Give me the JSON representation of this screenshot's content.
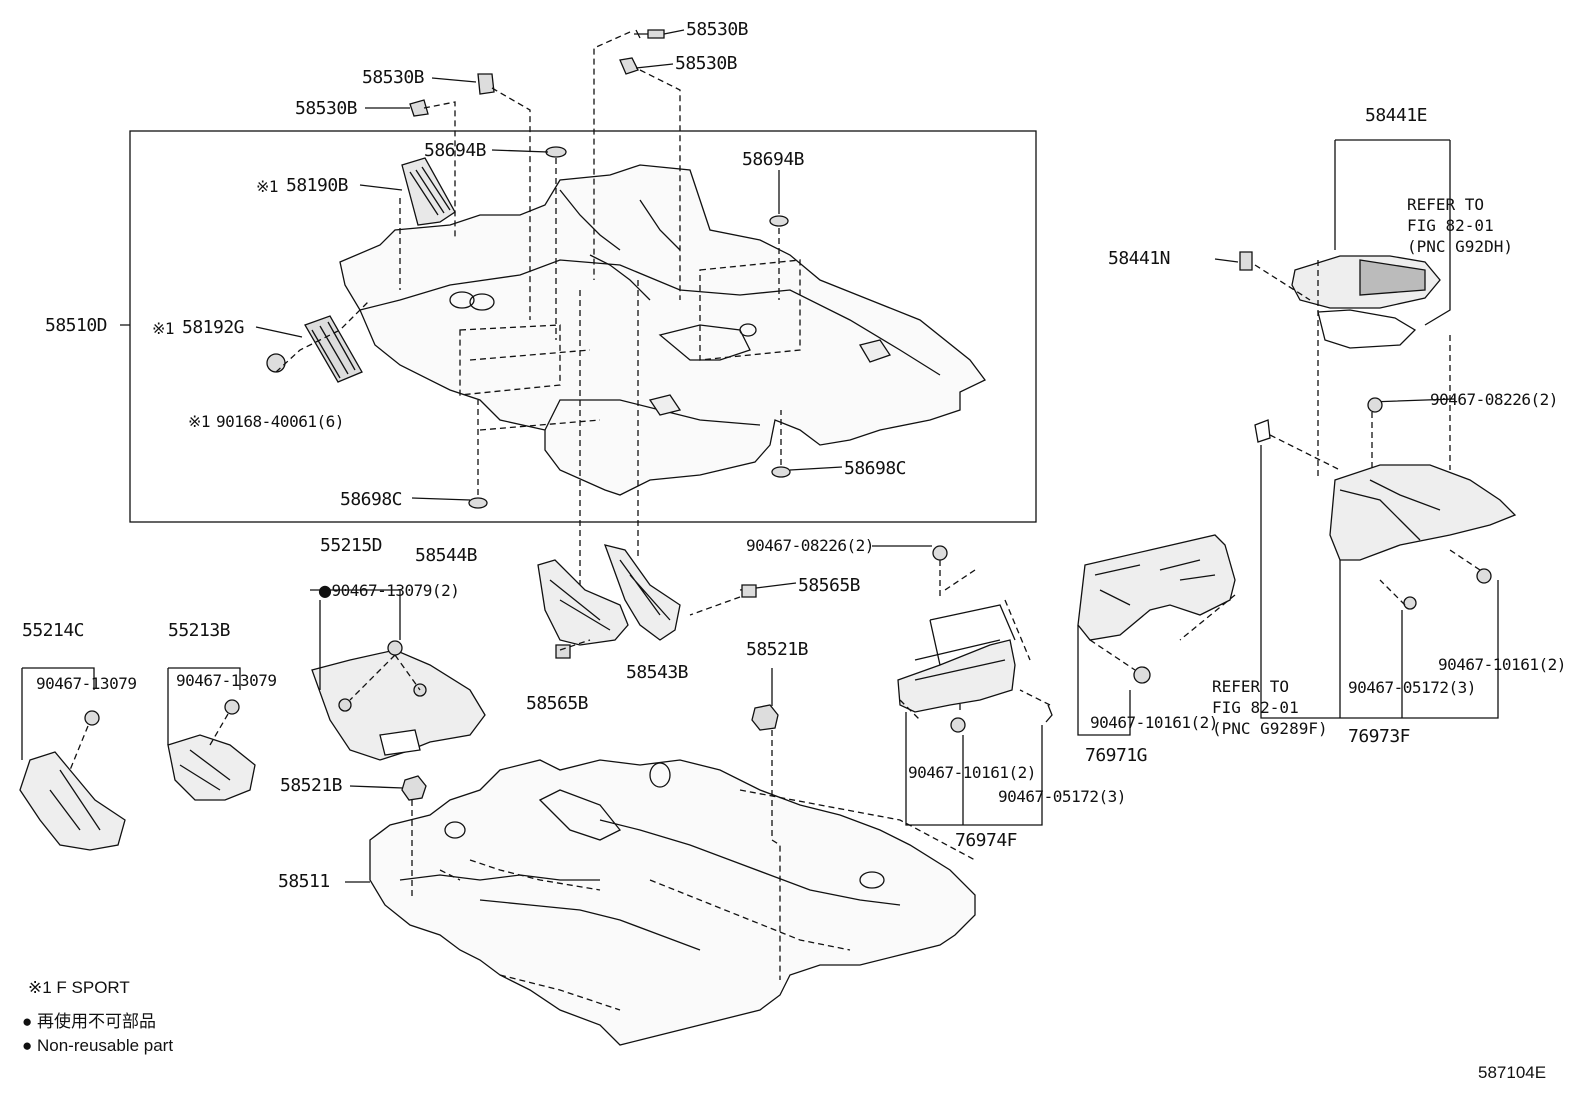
{
  "labels": {
    "p58530B_a": "58530B",
    "p58530B_b": "58530B",
    "p58530B_c": "58530B",
    "p58530B_d": "58530B",
    "p58694B_a": "58694B",
    "p58694B_b": "58694B",
    "p58190B": "58190B",
    "p58190B_mark": "※1",
    "p58510D": "58510D",
    "p58192G": "58192G",
    "p58192G_mark": "※1",
    "p90168": "90168-40061(6)",
    "p90168_mark": "※1",
    "p58698C_a": "58698C",
    "p58698C_b": "58698C",
    "p58441E": "58441E",
    "p58441N": "58441N",
    "p90467_08226_a": "90467-08226(2)",
    "p90467_08226_b": "90467-08226(2)",
    "p55215D": "55215D",
    "p90467_13079_2": "90467-13079(2)",
    "p58544B": "58544B",
    "p58565B_a": "58565B",
    "p58565B_b": "58565B",
    "p58543B": "58543B",
    "p55214C": "55214C",
    "p55213B": "55213B",
    "p90467_13079_a": "90467-13079",
    "p90467_13079_b": "90467-13079",
    "p58521B_a": "58521B",
    "p58521B_b": "58521B",
    "p58511": "58511",
    "p90467_10161_a": "90467-10161(2)",
    "p90467_10161_b": "90467-10161(2)",
    "p90467_10161_c": "90467-10161(2)",
    "p90467_05172_a": "90467-05172(3)",
    "p90467_05172_b": "90467-05172(3)",
    "p76971G": "76971G",
    "p76974F": "76974F",
    "p76973F": "76973F"
  },
  "refs": {
    "ref1": {
      "line1": "REFER TO",
      "line2": "FIG 82-01",
      "line3": "(PNC G92DH)"
    },
    "ref2": {
      "line1": "REFER TO",
      "line2": "FIG 82-01",
      "line3": "(PNC G9289F)"
    }
  },
  "legend": {
    "note1": "※1 F SPORT",
    "bullet_jp": "● 再使用不可部品",
    "bullet_en": "● Non-reusable part"
  },
  "figure_id": "587104E",
  "colors": {
    "line": "#111111",
    "part_fill": "#f2f2f2",
    "background": "#ffffff"
  }
}
